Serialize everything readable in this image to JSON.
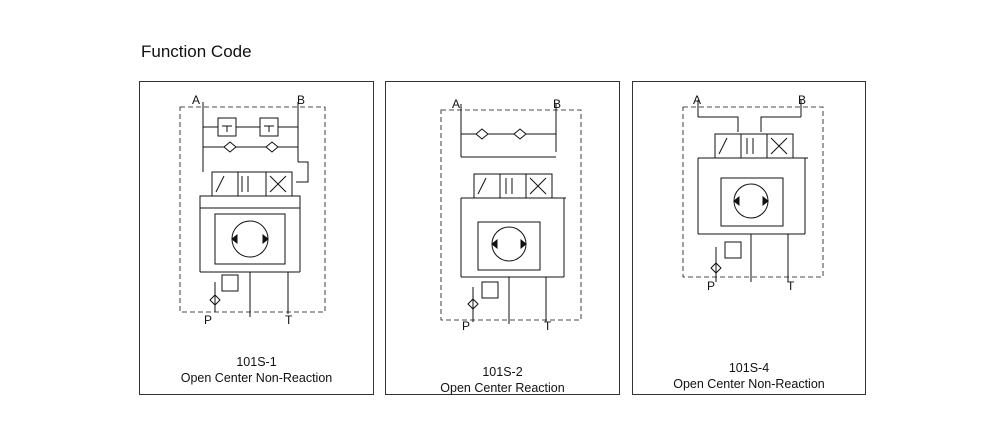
{
  "title": "Function Code",
  "panels": [
    {
      "code": "101S-1",
      "description": "Open Center Non-Reaction",
      "ports": {
        "a": "A",
        "b": "B",
        "p": "P",
        "t": "T"
      }
    },
    {
      "code": "101S-2",
      "description": "Open Center Reaction",
      "ports": {
        "a": "A",
        "b": "B",
        "p": "P",
        "t": "T"
      }
    },
    {
      "code": "101S-4",
      "description": "Open Center Non-Reaction",
      "ports": {
        "a": "A",
        "b": "B",
        "p": "P",
        "t": "T"
      }
    }
  ]
}
